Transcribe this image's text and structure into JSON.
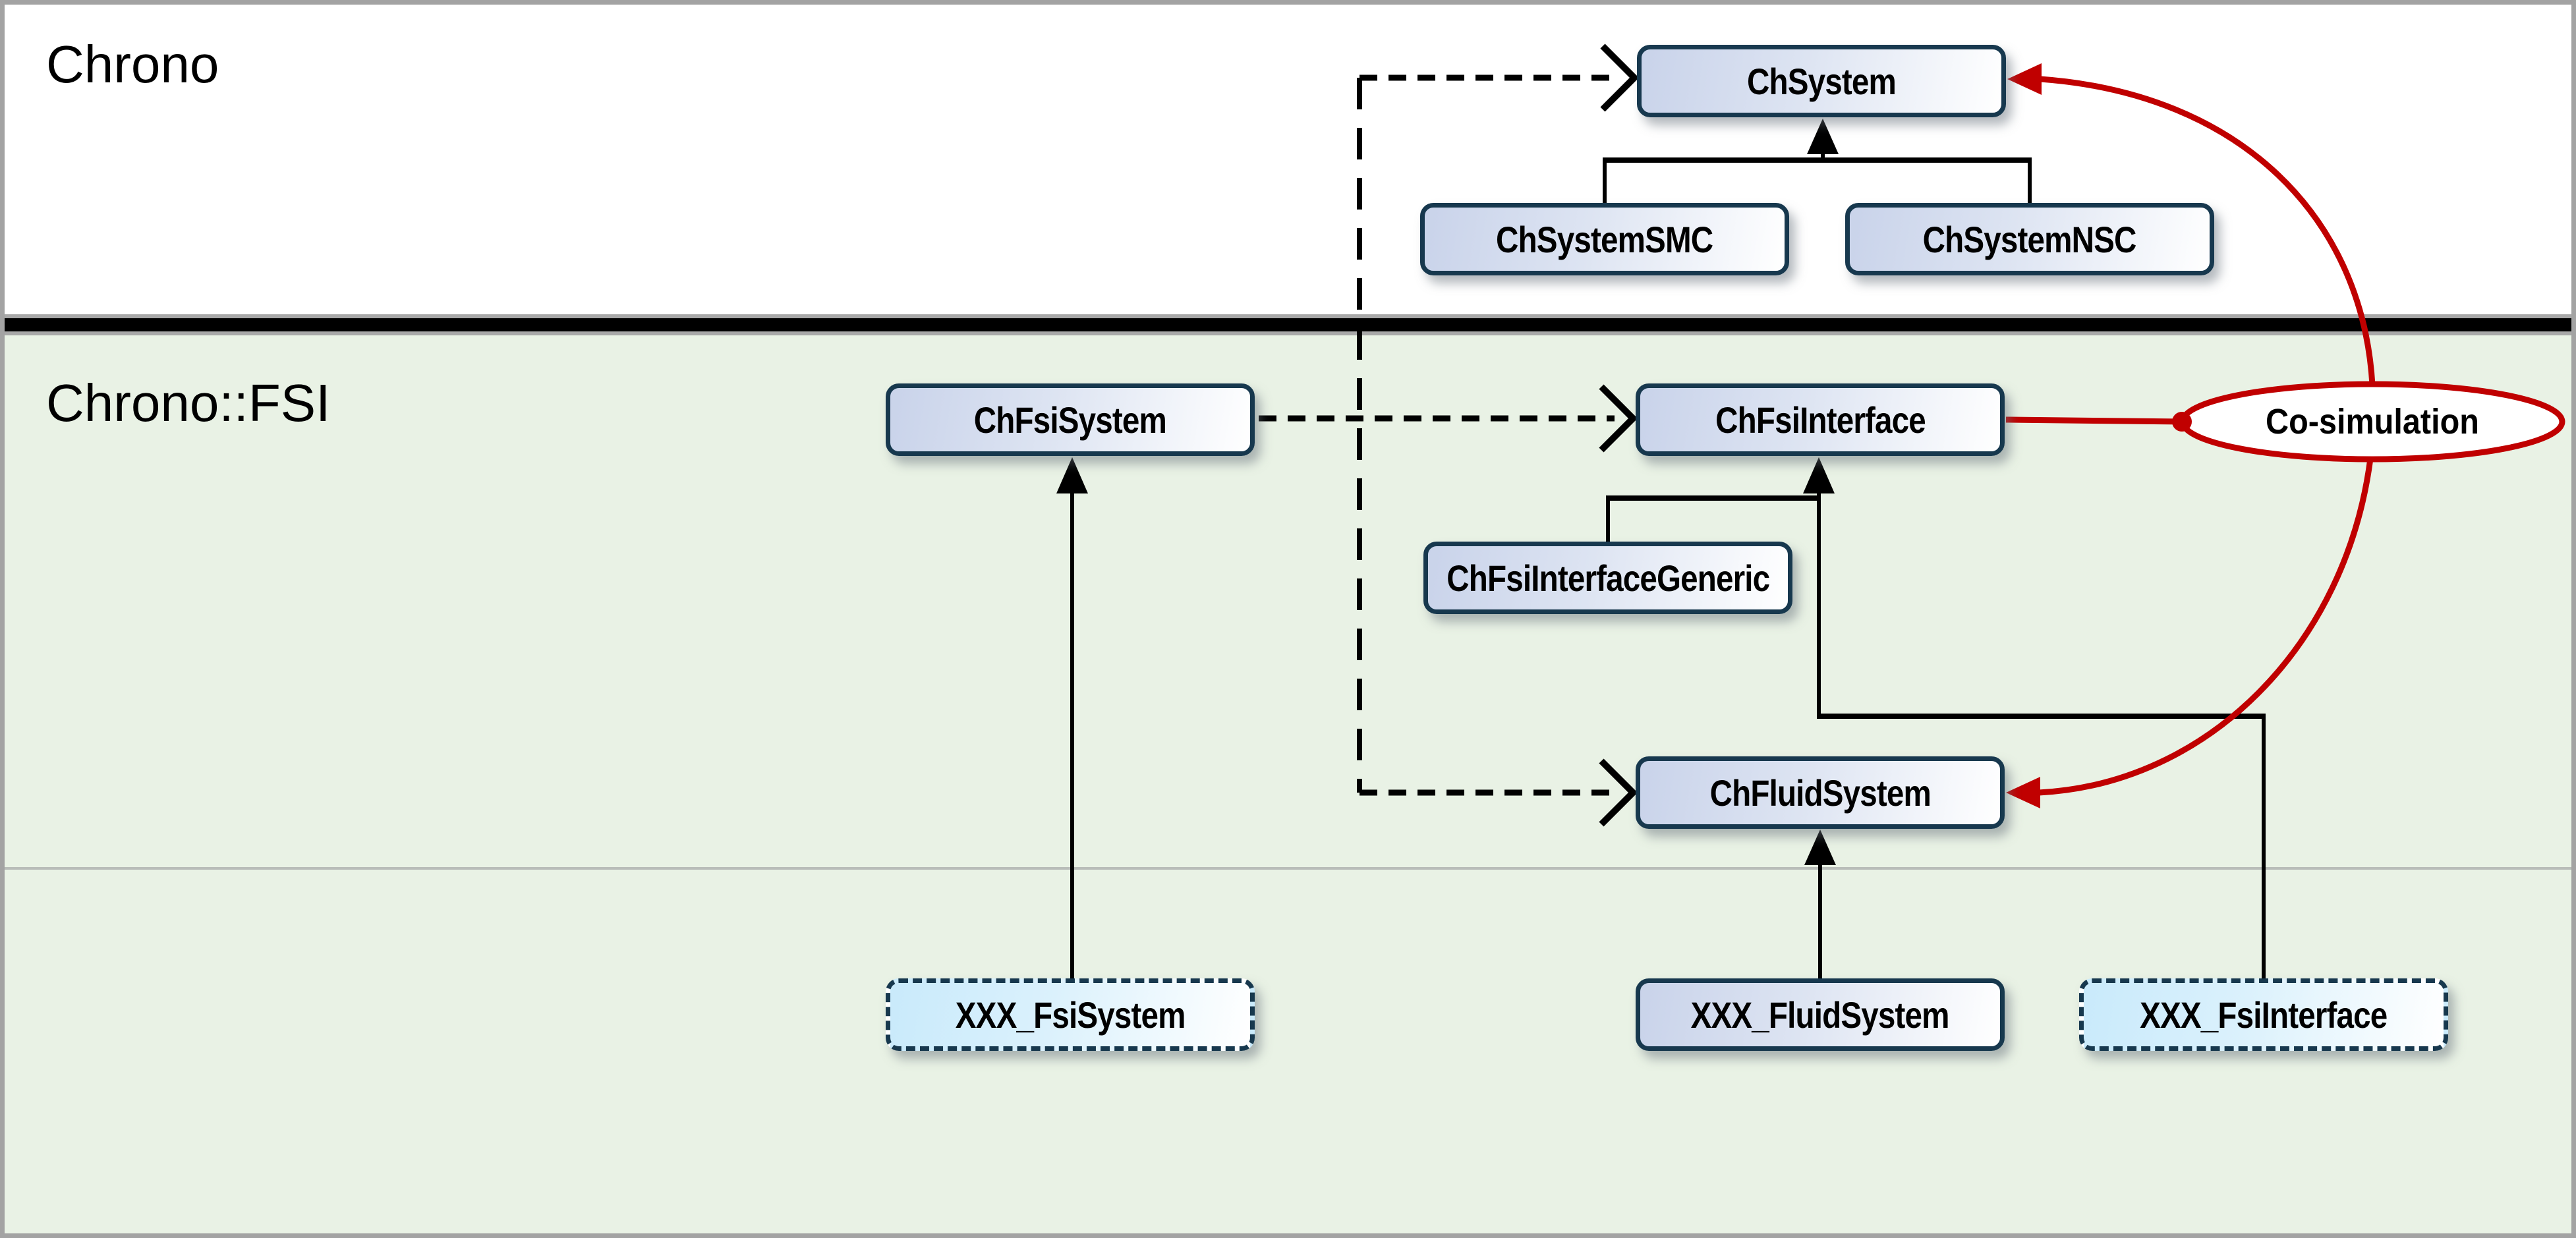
{
  "regions": {
    "chrono": {
      "title": "Chrono"
    },
    "fsi": {
      "title": "Chrono::FSI"
    }
  },
  "nodes": {
    "chsystem": {
      "label": "ChSystem"
    },
    "chsystemsmc": {
      "label": "ChSystemSMC"
    },
    "chsystemnsc": {
      "label": "ChSystemNSC"
    },
    "chfsisystem": {
      "label": "ChFsiSystem"
    },
    "chfsiinterface": {
      "label": "ChFsiInterface"
    },
    "chfsiinterfacegeneric": {
      "label": "ChFsiInterfaceGeneric"
    },
    "chfluidsystem": {
      "label": "ChFluidSystem"
    },
    "xxx_fsisystem": {
      "label": "XXX_FsiSystem"
    },
    "xxx_fluidsystem": {
      "label": "XXX_FluidSystem"
    },
    "xxx_fsiinterface": {
      "label": "XXX_FsiInterface"
    }
  },
  "annotations": {
    "cosimulation": {
      "label": "Co-simulation"
    }
  },
  "colors": {
    "red_accent": "#c00000",
    "node_border": "#17384e",
    "node_fill_start": "#c9d3ea",
    "node_cyan_fill_start": "#c9eafb",
    "green_background": "#e9f2e5",
    "divider_black": "#000000",
    "divider_gray": "#a8a8a8",
    "connector_black": "#000000"
  }
}
